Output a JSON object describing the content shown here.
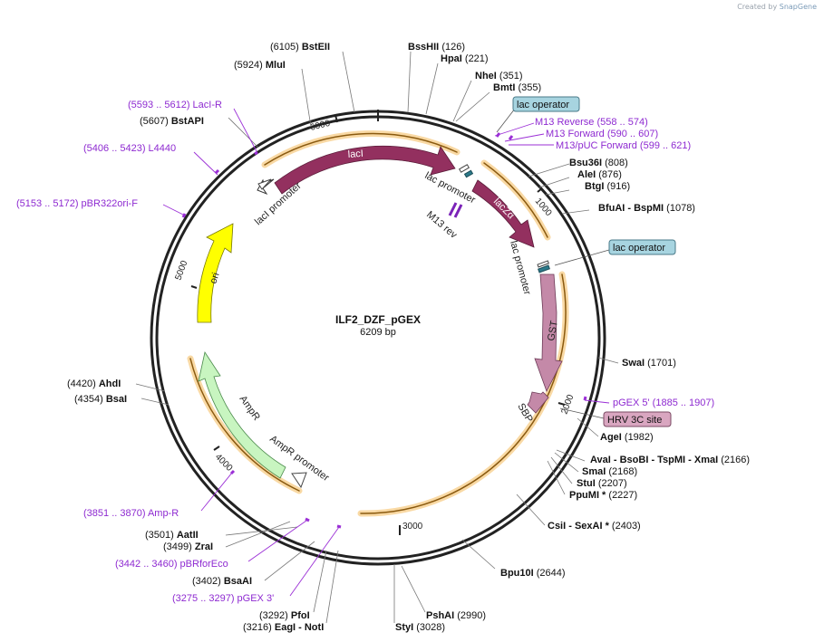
{
  "credit": {
    "prefix": "Created by",
    "brand": "SnapGene"
  },
  "plasmid": {
    "name": "ILF2_DZF_pGEX",
    "length_label": "6209 bp",
    "length": 6209
  },
  "ticks": [
    "1000",
    "2000",
    "3000",
    "4000",
    "5000",
    "6000"
  ],
  "colors": {
    "lacI": "#93305f",
    "lacZa": "#93305f",
    "GST": "#c489a8",
    "SBP": "#c489a8",
    "ori": "#ffff00",
    "AmpR": "#c8f5c0",
    "promoter": "#ffffff",
    "orf_band": "#f2a02b",
    "primer": "#9b2fd6",
    "lac_operator_box": "#a7d4e0",
    "hrv_box": "#d9a6c0",
    "backbone": "#222222"
  },
  "features": [
    {
      "id": "lacI",
      "label": "lacI"
    },
    {
      "id": "lacZa",
      "label": "lacZα"
    },
    {
      "id": "GST",
      "label": "GST"
    },
    {
      "id": "SBP",
      "label": "SBP"
    },
    {
      "id": "ori",
      "label": "ori"
    },
    {
      "id": "AmpR",
      "label": "AmpR"
    },
    {
      "id": "laci-promoter",
      "label": "lacI promoter"
    },
    {
      "id": "ampr-promoter",
      "label": "AmpR promoter"
    },
    {
      "id": "lac-promoter-1",
      "label": "lac promoter"
    },
    {
      "id": "lac-promoter-2",
      "label": "lac promoter"
    },
    {
      "id": "m13-rev",
      "label": "M13 rev"
    }
  ],
  "boxes": [
    {
      "id": "lac-operator-1",
      "label": "lac operator"
    },
    {
      "id": "lac-operator-2",
      "label": "lac operator"
    },
    {
      "id": "hrv-3c-site",
      "label": "HRV 3C site"
    }
  ],
  "enzymes": [
    {
      "id": "bsteii",
      "pos": "(6105)",
      "name": "BstEII"
    },
    {
      "id": "mlui",
      "pos": "(5924)",
      "name": "MluI"
    },
    {
      "id": "bsshii",
      "name": "BssHII",
      "pos": "(126)"
    },
    {
      "id": "hpai",
      "name": "HpaI",
      "pos": "(221)"
    },
    {
      "id": "nhei",
      "name": "NheI",
      "pos": "(351)"
    },
    {
      "id": "bmti",
      "name": "BmtI",
      "pos": "(355)"
    },
    {
      "id": "bstapi",
      "pos": "(5607)",
      "name": "BstAPI"
    },
    {
      "id": "bsu36i",
      "name": "Bsu36I",
      "pos": "(808)"
    },
    {
      "id": "alei",
      "name": "AleI",
      "pos": "(876)"
    },
    {
      "id": "btgi",
      "name": "BtgI",
      "pos": "(916)"
    },
    {
      "id": "bfuai",
      "name": "BfuAI  -  BspMI",
      "pos": "(1078)"
    },
    {
      "id": "swai",
      "name": "SwaI",
      "pos": "(1701)"
    },
    {
      "id": "agei",
      "name": "AgeI",
      "pos": "(1982)"
    },
    {
      "id": "avai",
      "name": "AvaI  - BsoBI  - TspMI   - XmaI",
      "pos": "(2166)"
    },
    {
      "id": "smai",
      "name": "SmaI",
      "pos": "(2168)"
    },
    {
      "id": "stui",
      "name": "StuI",
      "pos": "(2207)"
    },
    {
      "id": "ppumi",
      "name": "PpuMI *",
      "pos": "(2227)"
    },
    {
      "id": "csii",
      "name": "CsiI   - SexAI *",
      "pos": "(2403)"
    },
    {
      "id": "bpu10i",
      "name": "Bpu10I",
      "pos": "(2644)"
    },
    {
      "id": "pshai",
      "name": "PshAI",
      "pos": "(2990)"
    },
    {
      "id": "styi",
      "name": "StyI",
      "pos": "(3028)"
    },
    {
      "id": "ahdi",
      "pos": "(4420)",
      "name": "AhdI"
    },
    {
      "id": "bsai",
      "pos": "(4354)",
      "name": "BsaI"
    },
    {
      "id": "aatii",
      "pos": "(3501)",
      "name": "AatII"
    },
    {
      "id": "zrai",
      "pos": "(3499)",
      "name": "ZraI"
    },
    {
      "id": "bsaai",
      "pos": "(3402)",
      "name": "BsaAI"
    },
    {
      "id": "pfoi",
      "pos": "(3292)",
      "name": "PfoI"
    },
    {
      "id": "eagi",
      "pos": "(3216)",
      "name": "EagI   - NotI"
    }
  ],
  "primers": [
    {
      "id": "laci-r",
      "label": "(5593 .. 5612)  LacI-R"
    },
    {
      "id": "l4440",
      "label": "(5406 .. 5423)  L4440"
    },
    {
      "id": "pbr322ori-f",
      "label": "(5153 .. 5172)  pBR322ori-F"
    },
    {
      "id": "m13-reverse",
      "label": "M13 Reverse    (558 .. 574)"
    },
    {
      "id": "m13-forward",
      "label": "M13 Forward    (590 .. 607)"
    },
    {
      "id": "m13-puc-forward",
      "label": "M13/pUC Forward    (599 .. 621)"
    },
    {
      "id": "pgex-5",
      "label": "pGEX 5'    (1885 .. 1907)"
    },
    {
      "id": "amp-r",
      "label": "(3851 .. 3870)  Amp-R"
    },
    {
      "id": "pbrforeco",
      "label": "(3442 .. 3460)  pBRforEco"
    },
    {
      "id": "pgex-3",
      "label": "(3275 .. 3297)  pGEX 3'"
    }
  ]
}
